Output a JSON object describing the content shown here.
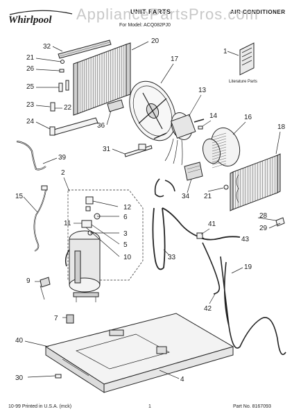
{
  "header": {
    "brand": "Whirlpool",
    "title": "UNIT PARTS",
    "model_line": "For Model: ACQ082PJ0",
    "category": "AIR CONDITIONER",
    "watermark": "AppliancePartsPros.com"
  },
  "literature": {
    "number": "1",
    "label": "Literature Parts"
  },
  "callouts": [
    "32",
    "20",
    "21",
    "26",
    "25",
    "22",
    "23",
    "24",
    "17",
    "13",
    "14",
    "16",
    "18",
    "36",
    "31",
    "39",
    "2",
    "15",
    "34",
    "21",
    "12",
    "6",
    "11",
    "3",
    "5",
    "10",
    "28",
    "29",
    "41",
    "43",
    "33",
    "19",
    "9",
    "42",
    "7",
    "40",
    "30",
    "4",
    "1"
  ],
  "footer": {
    "printed": "10-99 Printed in U.S.A. (mck)",
    "page": "1",
    "part_no": "Part No. 8167093"
  }
}
